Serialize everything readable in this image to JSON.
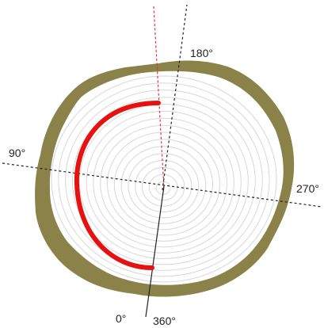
{
  "labels": {
    "deg_0": "0°",
    "deg_90": "90°",
    "deg_180": "180°",
    "deg_270": "270°",
    "deg_360": "360°"
  },
  "colors": {
    "bark": "#8a8248",
    "wood": "#ffffff",
    "rings": "#d7d7d7",
    "arc": "#e61212",
    "reference_line": "#d9363e",
    "axis_line": "#222222",
    "text": "#222222"
  },
  "rings_count": 16
}
